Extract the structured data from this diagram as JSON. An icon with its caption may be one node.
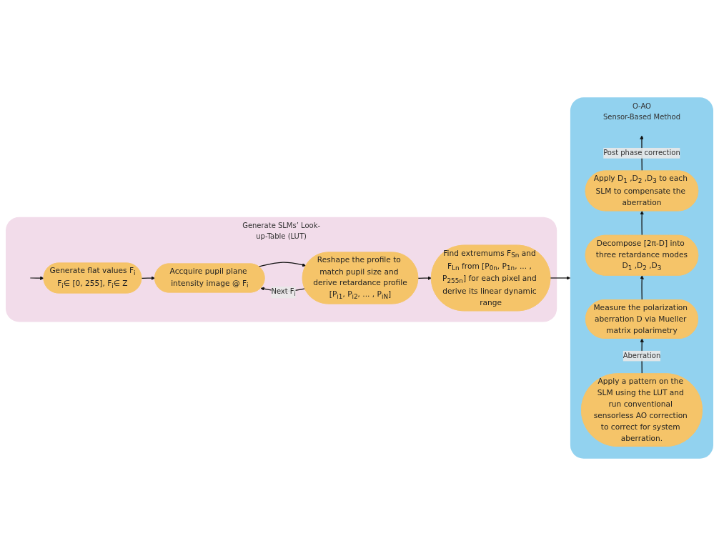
{
  "diagram": {
    "nodes": [
      {
        "text": [
          "Generate SLMs’ Look-up-Table (LUT)"
        ]
      },
      {
        "text": [
          "Generate flat values F$_{i}$",
          "F$_{i}$∈ [0, 255], F$_{i}$∈ Z"
        ],
        "in": 0
      },
      {
        "text": [
          "Accquire pupil plane intensity image @ F$_{i}$"
        ],
        "in": 0
      },
      {
        "text": [
          "Reshape the profile to match pupil size and derive retardance profile",
          "[P$_{i1}$, P$_{i2}$, ... , P$_{iN}$]"
        ],
        "in": 0
      },
      {
        "text": [
          "Find extremums F$_{Sn}$ and F$_{Ln}$ from [P$_{0n}$, P$_{1n}$, ... , P$_{255n}$] for each pixel and derive its linear dynamic range"
        ],
        "in": 0
      },
      {
        "text": [
          "O-AO",
          "Sensor-Based Method"
        ]
      },
      {
        "text": [
          "Apply a pattern on the SLM using the LUT and run conventional sensorless AO correction to correct for system aberration."
        ],
        "in": 5
      },
      {
        "text": [
          "Measure the polarization aberration D via Mueller matrix polarimetry"
        ],
        "in": 5
      },
      {
        "text": [
          "Decompose [2π-D] into three retardance modes",
          "D$_{1}$ ,D$_{2}$ ,D$_{3}$"
        ],
        "in": 5
      },
      {
        "text": [
          "Apply D$_{1}$ ,D$_{2}$ ,D$_{3}$ to each SLM to compensate the aberration"
        ],
        "in": 5
      }
    ],
    "edges": [
      {
        "from": null,
        "to": 1,
        "arrow": "to"
      },
      {
        "from": 1,
        "to": 2,
        "arrow": "to"
      },
      {
        "from": 2,
        "to": 3,
        "arrow": "to"
      },
      {
        "from": 3,
        "to": 2,
        "arrow": "to",
        "label": "Next F$_{i}$"
      },
      {
        "from": 3,
        "to": 4,
        "arrow": "to"
      },
      {
        "from": 4,
        "to": 5,
        "arrow": "to"
      },
      {
        "from": 6,
        "to": 7,
        "arrow": "to",
        "label": "Aberration"
      },
      {
        "from": 7,
        "to": 8,
        "arrow": "to"
      },
      {
        "from": 8,
        "to": 9,
        "arrow": "to"
      },
      {
        "from": 9,
        "to": null,
        "arrow": "to",
        "label": "Post phase correction"
      }
    ]
  }
}
